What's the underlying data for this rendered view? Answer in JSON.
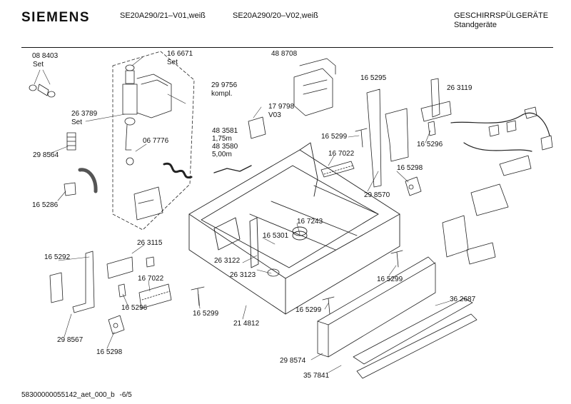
{
  "header": {
    "brand": "SIEMENS",
    "model_1": "SE20A290/21–V01,weiß",
    "model_2": "SE20A290/20–V02,weiß",
    "category": "GESCHIRRSPÜLGERÄTE",
    "subcategory": "Standgeräte"
  },
  "footer": {
    "doc_id": "58300000055142_aet_000_b",
    "page": "-6/5"
  },
  "part_labels": [
    {
      "id": "p088403",
      "text": "08 8403"
    },
    {
      "id": "set1",
      "text": "Set"
    },
    {
      "id": "p166671",
      "text": "16 6671"
    },
    {
      "id": "set2",
      "text": "Set"
    },
    {
      "id": "p263789",
      "text": "26 3789"
    },
    {
      "id": "set3",
      "text": "Set"
    },
    {
      "id": "p299756",
      "text": "29 9756"
    },
    {
      "id": "kompl",
      "text": "kompl."
    },
    {
      "id": "p488708",
      "text": "48 8708"
    },
    {
      "id": "p165295",
      "text": "16 5295"
    },
    {
      "id": "p263119",
      "text": "26 3119"
    },
    {
      "id": "p298564",
      "text": "29 8564"
    },
    {
      "id": "p067776",
      "text": "06 7776"
    },
    {
      "id": "p179798",
      "text": "17 9798"
    },
    {
      "id": "v03",
      "text": "V03"
    },
    {
      "id": "p165299a",
      "text": "16 5299"
    },
    {
      "id": "p165296a",
      "text": "16 5296"
    },
    {
      "id": "p483581",
      "text": "48 3581"
    },
    {
      "id": "len175",
      "text": "1,75m"
    },
    {
      "id": "p483580",
      "text": "48 3580"
    },
    {
      "id": "len500",
      "text": "5,00m"
    },
    {
      "id": "p167022a",
      "text": "16 7022"
    },
    {
      "id": "p165298a",
      "text": "16 5298"
    },
    {
      "id": "p165286",
      "text": "16 5286"
    },
    {
      "id": "p298570",
      "text": "29 8570"
    },
    {
      "id": "p167243",
      "text": "16 7243"
    },
    {
      "id": "p165301",
      "text": "16 5301"
    },
    {
      "id": "p165292",
      "text": "16 5292"
    },
    {
      "id": "p263115",
      "text": "26 3115"
    },
    {
      "id": "p263122",
      "text": "26 3122"
    },
    {
      "id": "p263123",
      "text": "26 3123"
    },
    {
      "id": "p165299b",
      "text": "16 5299"
    },
    {
      "id": "p167022b",
      "text": "16 7022"
    },
    {
      "id": "p362687",
      "text": "36 2687"
    },
    {
      "id": "p165296b",
      "text": "16 5296"
    },
    {
      "id": "p165299c",
      "text": "16 5299"
    },
    {
      "id": "p165299d",
      "text": "16 5299"
    },
    {
      "id": "p214812",
      "text": "21 4812"
    },
    {
      "id": "p298567",
      "text": "29 8567"
    },
    {
      "id": "p165298b",
      "text": "16 5298"
    },
    {
      "id": "p298574",
      "text": "29 8574"
    },
    {
      "id": "p357841",
      "text": "35 7841"
    }
  ]
}
